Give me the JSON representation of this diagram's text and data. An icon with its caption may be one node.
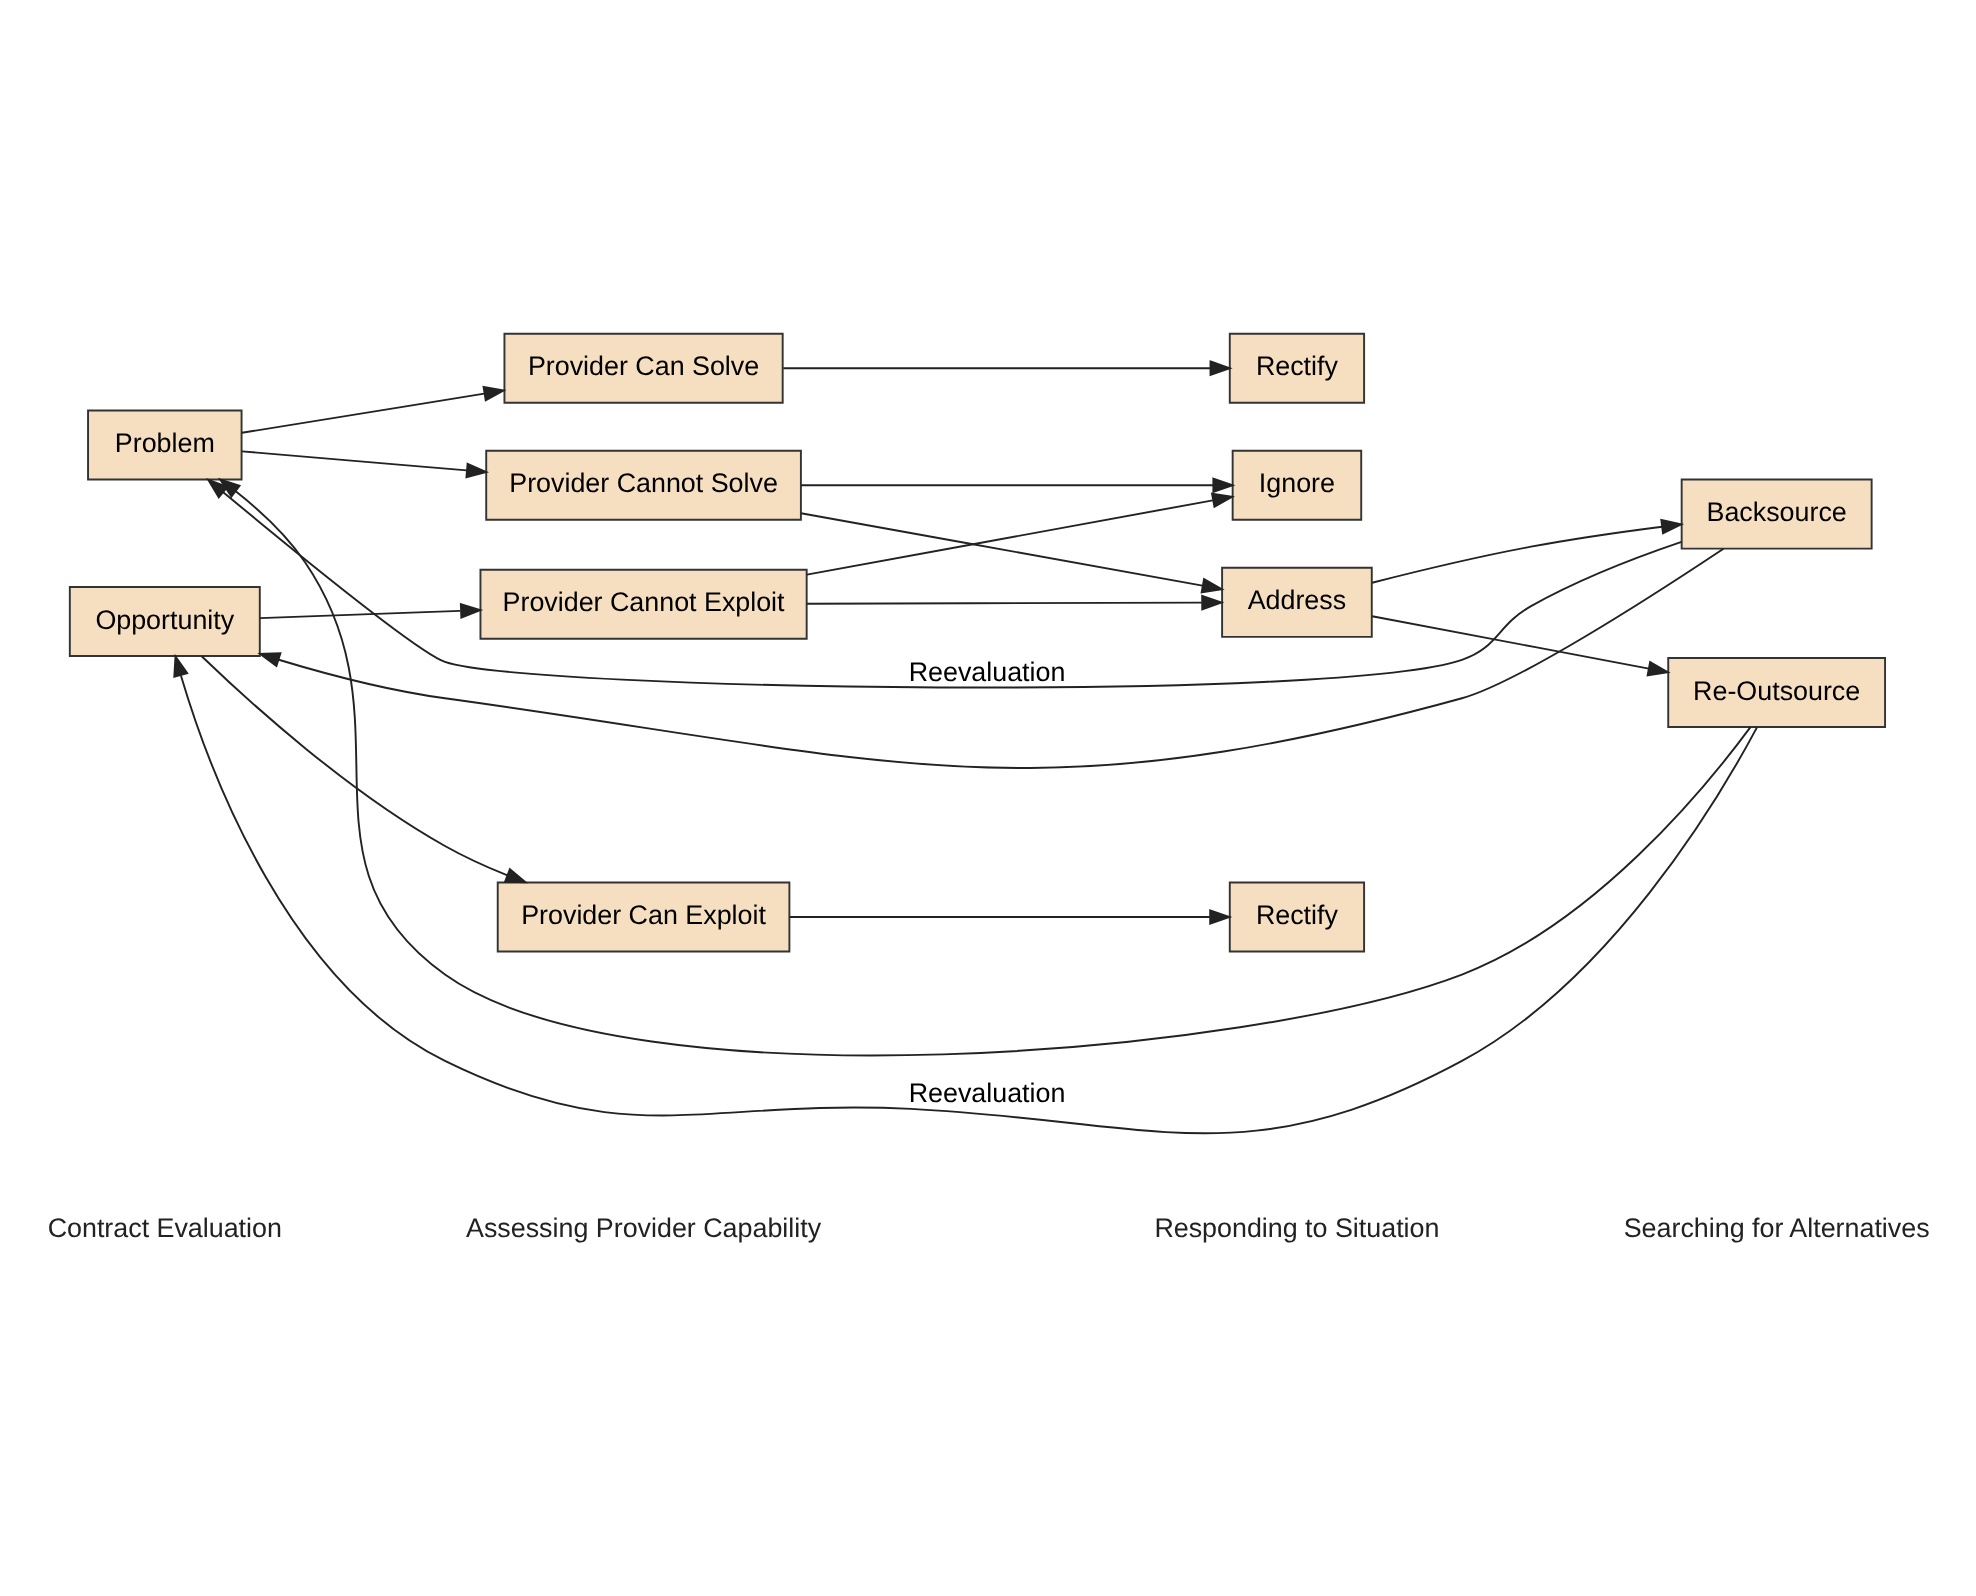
{
  "diagram": {
    "nodes": [
      {
        "text": [
          "Problem"
        ]
      },
      {
        "text": [
          "Opportunity"
        ]
      },
      {
        "text": [
          "Provider Can Solve"
        ]
      },
      {
        "text": [
          "Provider Cannot Solve"
        ]
      },
      {
        "text": [
          "Provider Cannot Exploit"
        ]
      },
      {
        "text": [
          "Provider Can Exploit"
        ]
      },
      {
        "text": [
          "Rectify"
        ]
      },
      {
        "text": [
          "Ignore"
        ]
      },
      {
        "text": [
          "Address"
        ]
      },
      {
        "text": [
          "Rectify"
        ]
      },
      {
        "text": [
          "Backsource"
        ]
      },
      {
        "text": [
          "Re-Outsource"
        ]
      }
    ],
    "edges": [
      {
        "from": 0,
        "to": 2,
        "arrow": "to"
      },
      {
        "from": 0,
        "to": 3,
        "arrow": "to"
      },
      {
        "from": 1,
        "to": 4,
        "arrow": "to"
      },
      {
        "from": 1,
        "to": 5,
        "arrow": "to"
      },
      {
        "from": 2,
        "to": 6,
        "arrow": "to"
      },
      {
        "from": 3,
        "to": 7,
        "arrow": "to"
      },
      {
        "from": 3,
        "to": 8,
        "arrow": "to"
      },
      {
        "from": 4,
        "to": 7,
        "arrow": "to"
      },
      {
        "from": 4,
        "to": 8,
        "arrow": "to"
      },
      {
        "from": 5,
        "to": 9,
        "arrow": "to"
      },
      {
        "from": 8,
        "to": 10,
        "arrow": "to"
      },
      {
        "from": 8,
        "to": 11,
        "arrow": "to"
      },
      {
        "from": 10,
        "to": 0,
        "arrow": "to",
        "label": "Reevaluation"
      },
      {
        "from": 10,
        "to": 1,
        "arrow": "to"
      },
      {
        "from": 11,
        "to": 0,
        "arrow": "to"
      },
      {
        "from": 11,
        "to": 1,
        "arrow": "to",
        "label": "Reevaluation"
      }
    ],
    "labels": [
      "Contract Evaluation",
      "Assessing Provider Capability",
      "Responding to Situation",
      "Searching for Alternatives"
    ]
  }
}
